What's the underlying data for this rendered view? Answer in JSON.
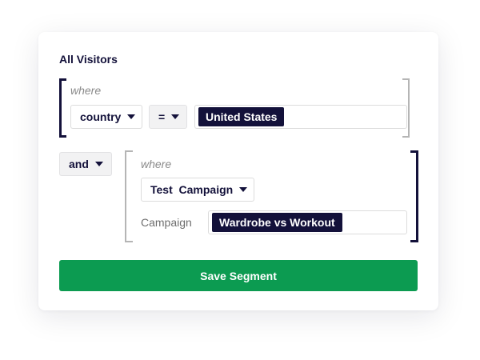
{
  "segment": {
    "title": "All Visitors",
    "condition1": {
      "where_label": "where",
      "field": "country",
      "operator": "=",
      "value": "United States"
    },
    "join": "and",
    "condition2": {
      "where_label": "where",
      "field": "Test  Campaign",
      "sub_label": "Campaign",
      "value": "Wardrobe vs Workout"
    },
    "save_label": "Save Segment"
  },
  "colors": {
    "accent_navy": "#13113a",
    "save_green": "#0c9b51",
    "bracket_grey": "#b5b5b5"
  },
  "icons": {
    "dropdown": "caret-down-icon"
  }
}
